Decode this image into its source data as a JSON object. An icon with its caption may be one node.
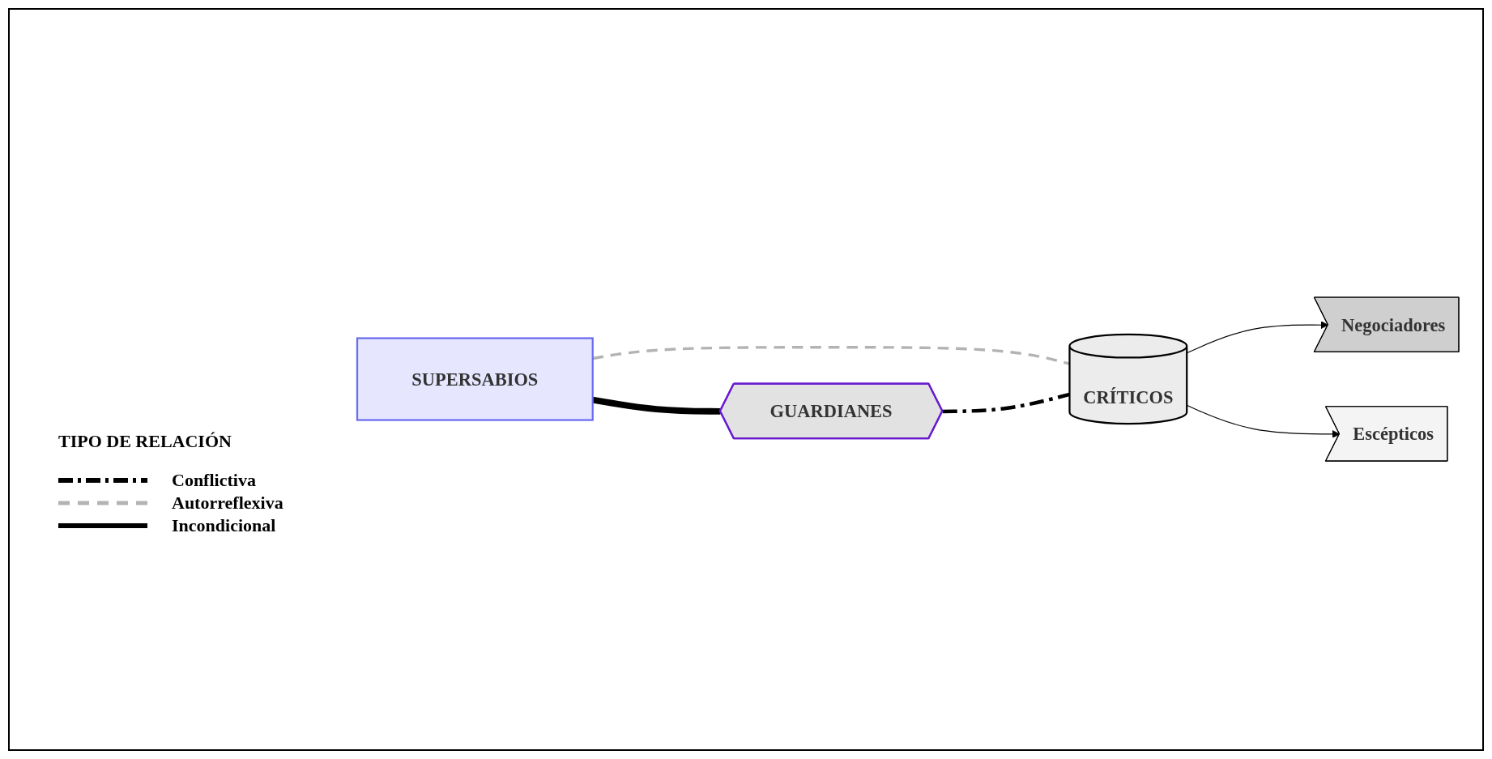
{
  "diagram": {
    "nodes": [
      {
        "text": [
          "SUPERSABIOS"
        ]
      },
      {
        "text": [
          "CRÍTICOS"
        ]
      },
      {
        "text": [
          "Negociadores"
        ]
      },
      {
        "text": [
          "Escépticos"
        ]
      },
      {
        "text": [
          "GUARDIANES"
        ]
      }
    ],
    "edges": [
      {
        "from": 0,
        "to": 1,
        "arrow": "none",
        "style": "dashed",
        "color": "#b3b3b3"
      },
      {
        "from": 1,
        "to": 2,
        "arrow": "to"
      },
      {
        "from": 1,
        "to": 3,
        "arrow": "to"
      },
      {
        "from": 0,
        "to": 4,
        "arrow": "none",
        "style": "thick"
      },
      {
        "from": 4,
        "to": 1,
        "arrow": "none",
        "style": "dashed"
      }
    ],
    "labels": [
      "TIPO DE RELACIÓN"
    ],
    "legend": [
      {
        "text": "Conflictiva"
      },
      {
        "text": "Autorreflexiva"
      },
      {
        "text": "Incondicional"
      }
    ]
  }
}
